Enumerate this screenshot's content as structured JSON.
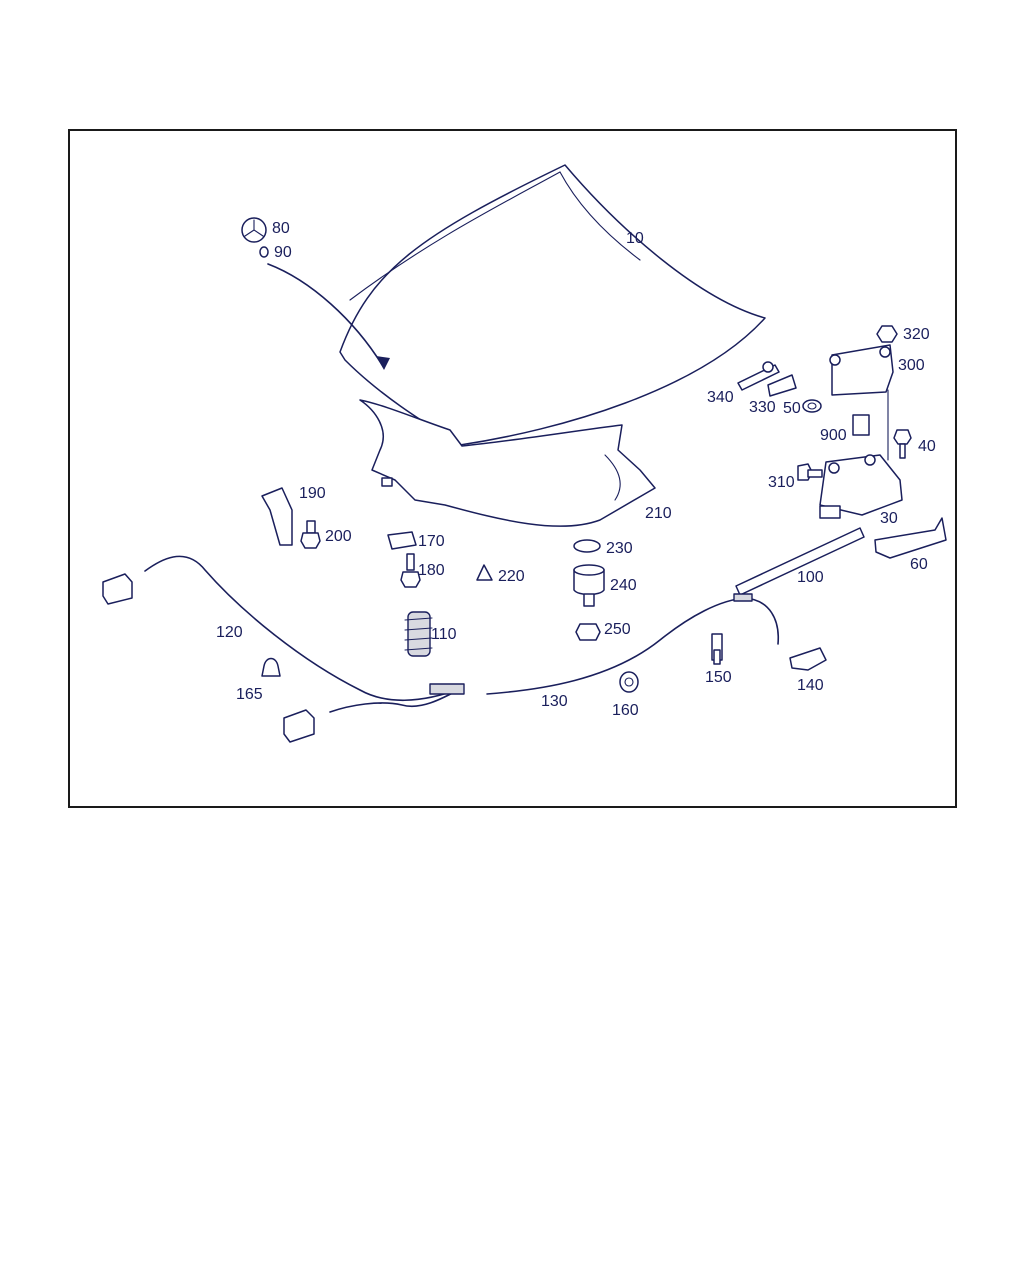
{
  "labels": {
    "p10": "10",
    "p80": "80",
    "p90": "90",
    "p320": "320",
    "p300": "300",
    "p340": "340",
    "p330": "330",
    "p50": "50",
    "p900": "900",
    "p40": "40",
    "p310": "310",
    "p30": "30",
    "p210": "210",
    "p190": "190",
    "p200": "200",
    "p170": "170",
    "p180": "180",
    "p220": "220",
    "p230": "230",
    "p240": "240",
    "p250": "250",
    "p100": "100",
    "p60": "60",
    "p110": "110",
    "p120": "120",
    "p165": "165",
    "p130": "130",
    "p160": "160",
    "p150": "150",
    "p140": "140"
  },
  "colors": {
    "line": "#1a1f5c",
    "frame": "#1a1a1a",
    "background": "#ffffff"
  }
}
